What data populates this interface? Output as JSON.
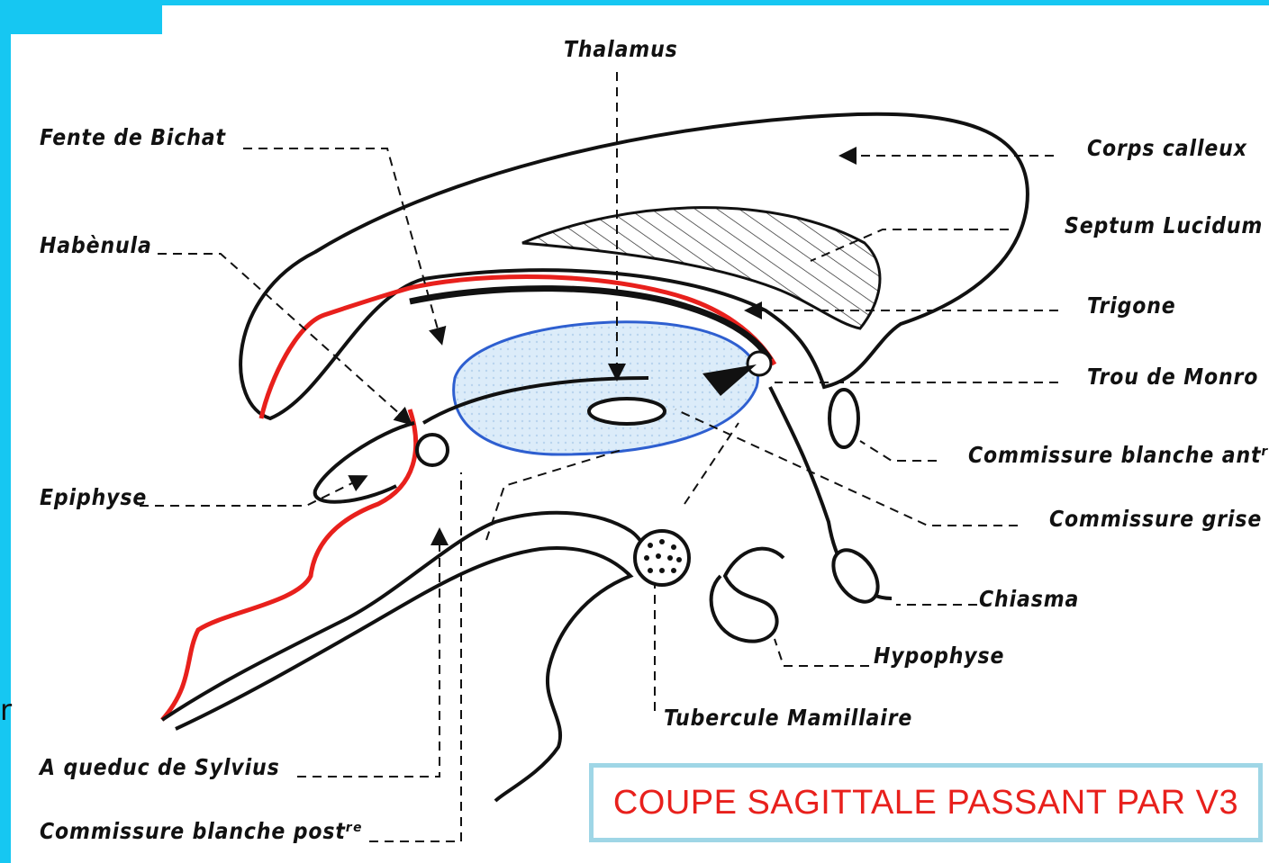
{
  "diagram": {
    "labels": {
      "thalamus": "Thalamus",
      "fente_bichat": "Fente  de  Bichat",
      "habenula": "Habènula",
      "epiphyse": "Epiphyse",
      "aqueduc": "A queduc  de  Sylvius",
      "commissure_blanche_post": "Commissure  blanche  postʳᵉ",
      "corps_calleux": "Corps  calleux",
      "septum_lucidum": "Septum  Lucidum",
      "trigone": "Trigone",
      "trou_monro": "Trou  de  Monro",
      "commissure_blanche_ant": "Commissure  blanche  antʳᵉ",
      "commissure_grise": "Commissure  grise",
      "chiasma": "Chiasma",
      "hypophyse": "Hypophyse",
      "tubercule_mamillaire": "Tubercule  Mamillaire"
    },
    "caption": "COUPE SAGITTALE PASSANT PAR V3",
    "edge_mark": "r"
  },
  "colors": {
    "frame": "#16c7f2",
    "outline": "#111111",
    "red_line": "#e8201c",
    "ventricle_fill": "#d8eaf8",
    "ventricle_edge": "#2e5fd0",
    "caption_text": "#e8201c",
    "caption_border": "#9fd6e6"
  }
}
